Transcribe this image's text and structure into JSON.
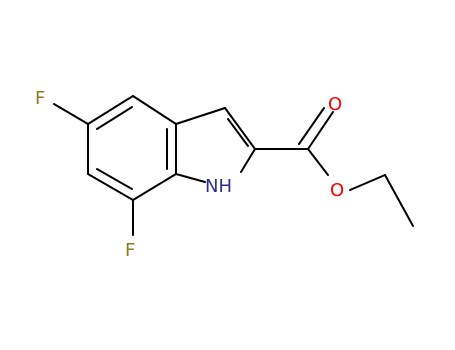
{
  "molecule": {
    "atoms": {
      "fluorine_top": {
        "symbol": "F",
        "color": "#8b7d1e"
      },
      "fluorine_bottom": {
        "symbol": "F",
        "color": "#8b7d1e"
      },
      "nitrogen": {
        "symbol": "NH",
        "color": "#2b2f8c"
      },
      "oxygen_carbonyl": {
        "symbol": "O",
        "color": "#ff0000"
      },
      "oxygen_ester": {
        "symbol": "O",
        "color": "#ff0000"
      }
    },
    "bond_color": "#000000"
  }
}
